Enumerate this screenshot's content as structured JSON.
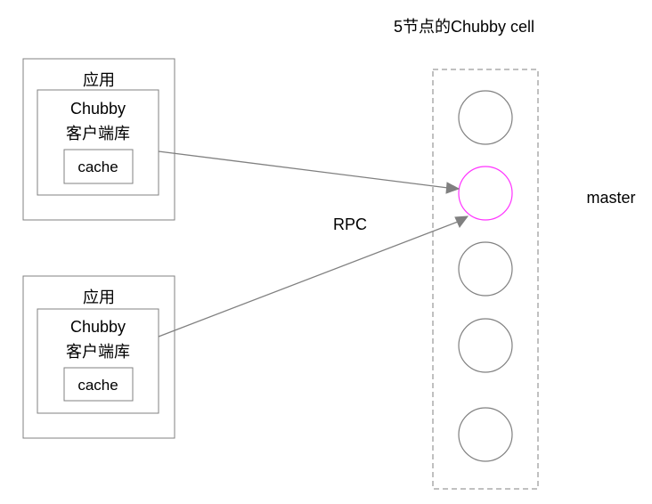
{
  "title": "5节点的Chubby cell",
  "clients": [
    {
      "app_label": "应用",
      "library_line1": "Chubby",
      "library_line2": "客户端库",
      "cache_label": "cache"
    },
    {
      "app_label": "应用",
      "library_line1": "Chubby",
      "library_line2": "客户端库",
      "cache_label": "cache"
    }
  ],
  "rpc_label": "RPC",
  "master_label": "master",
  "nodes": [
    {
      "role": "replica"
    },
    {
      "role": "master"
    },
    {
      "role": "replica"
    },
    {
      "role": "replica"
    },
    {
      "role": "replica"
    }
  ],
  "colors": {
    "border": "#808080",
    "master_node": "#ff33ff",
    "text": "#000000"
  }
}
